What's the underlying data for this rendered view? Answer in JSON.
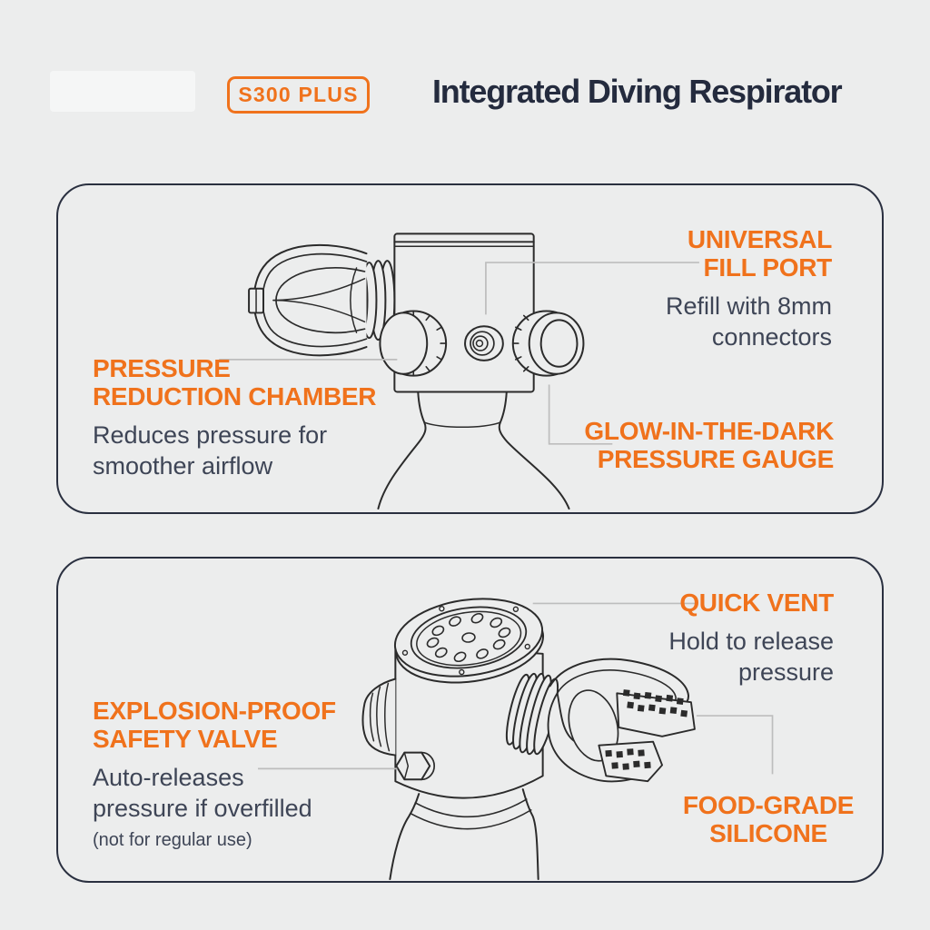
{
  "theme": {
    "background": "#ECEDED",
    "accent_orange": "#F0721C",
    "title_navy": "#242B3E",
    "body_text": "#3E4556",
    "drawing_line": "#2B2B2B",
    "leader_line_gray": "#BDBDBD",
    "panel_border": "#2A3040"
  },
  "header": {
    "badge": "S300 PLUS",
    "title": "Integrated Diving Respirator"
  },
  "illustrations": {
    "panel1": "regulator-side-view-line-art",
    "panel2": "regulator-top-view-line-art"
  },
  "panel1": {
    "fill_port": {
      "label1": "UNIVERSAL",
      "label2": "FILL PORT",
      "desc1": "Refill with 8mm",
      "desc2": "connectors"
    },
    "chamber": {
      "label1": "PRESSURE",
      "label2": "REDUCTION CHAMBER",
      "desc1": "Reduces pressure for",
      "desc2": "smoother airflow"
    },
    "gauge": {
      "label1": "GLOW-IN-THE-DARK",
      "label2": "PRESSURE GAUGE"
    }
  },
  "panel2": {
    "quick_vent": {
      "label1": "QUICK VENT",
      "desc1": "Hold to release",
      "desc2": "pressure"
    },
    "safety_valve": {
      "label1": "EXPLOSION-PROOF",
      "label2": "SAFETY VALVE",
      "desc1": "Auto-releases",
      "desc2": "pressure if overfilled",
      "note": "(not for regular use)"
    },
    "silicone": {
      "label1": "FOOD-GRADE",
      "label2": "SILICONE"
    }
  }
}
